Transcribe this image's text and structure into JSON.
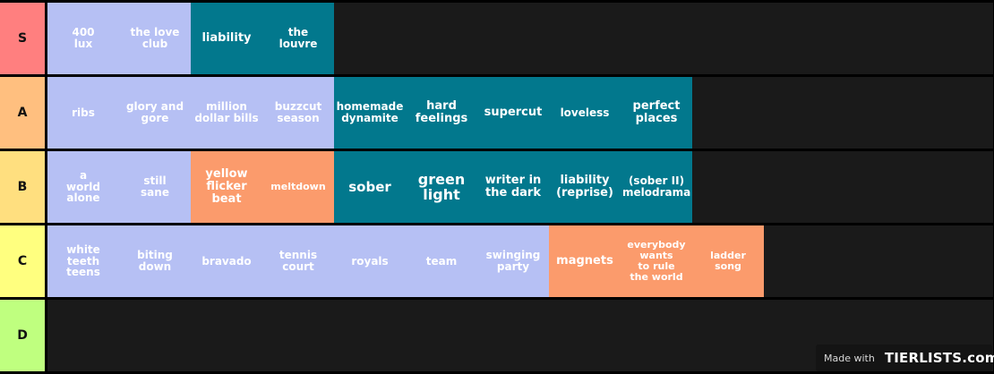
{
  "colors": {
    "background": "#1a1a1a",
    "item_lavender": "#b6c0f4",
    "item_teal": "#02788d",
    "item_orange": "#fb9b6c",
    "tier_s": "#ff7f7f",
    "tier_a": "#ffbf7f",
    "tier_b": "#ffdf7f",
    "tier_c": "#ffff7f",
    "tier_d": "#bfff7f"
  },
  "tiers": [
    {
      "label": "S",
      "color": "#ff7f7f",
      "items": [
        {
          "text": "400\nlux",
          "color": "lavender",
          "size": "sm"
        },
        {
          "text": "the love\nclub",
          "color": "lavender",
          "size": "sm"
        },
        {
          "text": "liability",
          "color": "teal",
          "size": "md"
        },
        {
          "text": "the\nlouvre",
          "color": "teal",
          "size": "sm"
        }
      ]
    },
    {
      "label": "A",
      "color": "#ffbf7f",
      "items": [
        {
          "text": "ribs",
          "color": "lavender",
          "size": "sm"
        },
        {
          "text": "glory and\ngore",
          "color": "lavender",
          "size": "sm"
        },
        {
          "text": "million\ndollar bills",
          "color": "lavender",
          "size": "sm"
        },
        {
          "text": "buzzcut\nseason",
          "color": "lavender",
          "size": "sm"
        },
        {
          "text": "homemade\ndynamite",
          "color": "teal",
          "size": "sm"
        },
        {
          "text": "hard\nfeelings",
          "color": "teal",
          "size": "md"
        },
        {
          "text": "supercut",
          "color": "teal",
          "size": "md"
        },
        {
          "text": "loveless",
          "color": "teal",
          "size": "sm"
        },
        {
          "text": "perfect\nplaces",
          "color": "teal",
          "size": "md"
        }
      ]
    },
    {
      "label": "B",
      "color": "#ffdf7f",
      "items": [
        {
          "text": "a\nworld\nalone",
          "color": "lavender",
          "size": "sm"
        },
        {
          "text": "still\nsane",
          "color": "lavender",
          "size": "sm"
        },
        {
          "text": "yellow\nflicker\nbeat",
          "color": "orange",
          "size": "md"
        },
        {
          "text": "meltdown",
          "color": "orange",
          "size": "xs"
        },
        {
          "text": "sober",
          "color": "teal",
          "size": "lg"
        },
        {
          "text": "green\nlight",
          "color": "teal",
          "size": "xl"
        },
        {
          "text": "writer in\nthe dark",
          "color": "teal",
          "size": "md"
        },
        {
          "text": "liability\n(reprise)",
          "color": "teal",
          "size": "md"
        },
        {
          "text": "(sober II)\nmelodrama",
          "color": "teal",
          "size": "sm"
        }
      ]
    },
    {
      "label": "C",
      "color": "#ffff7f",
      "items": [
        {
          "text": "white\nteeth\nteens",
          "color": "lavender",
          "size": "sm"
        },
        {
          "text": "biting\ndown",
          "color": "lavender",
          "size": "sm"
        },
        {
          "text": "bravado",
          "color": "lavender",
          "size": "sm"
        },
        {
          "text": "tennis\ncourt",
          "color": "lavender",
          "size": "sm"
        },
        {
          "text": "royals",
          "color": "lavender",
          "size": "sm"
        },
        {
          "text": "team",
          "color": "lavender",
          "size": "sm"
        },
        {
          "text": "swinging\nparty",
          "color": "lavender",
          "size": "sm"
        },
        {
          "text": "magnets",
          "color": "orange",
          "size": "md"
        },
        {
          "text": "everybody\nwants\nto rule\nthe world",
          "color": "orange",
          "size": "xs"
        },
        {
          "text": "ladder\nsong",
          "color": "orange",
          "size": "xs"
        }
      ]
    },
    {
      "label": "D",
      "color": "#bfff7f",
      "items": []
    }
  ],
  "watermark": {
    "made_with": "Made with",
    "brand": "TIERLISTS.com"
  }
}
